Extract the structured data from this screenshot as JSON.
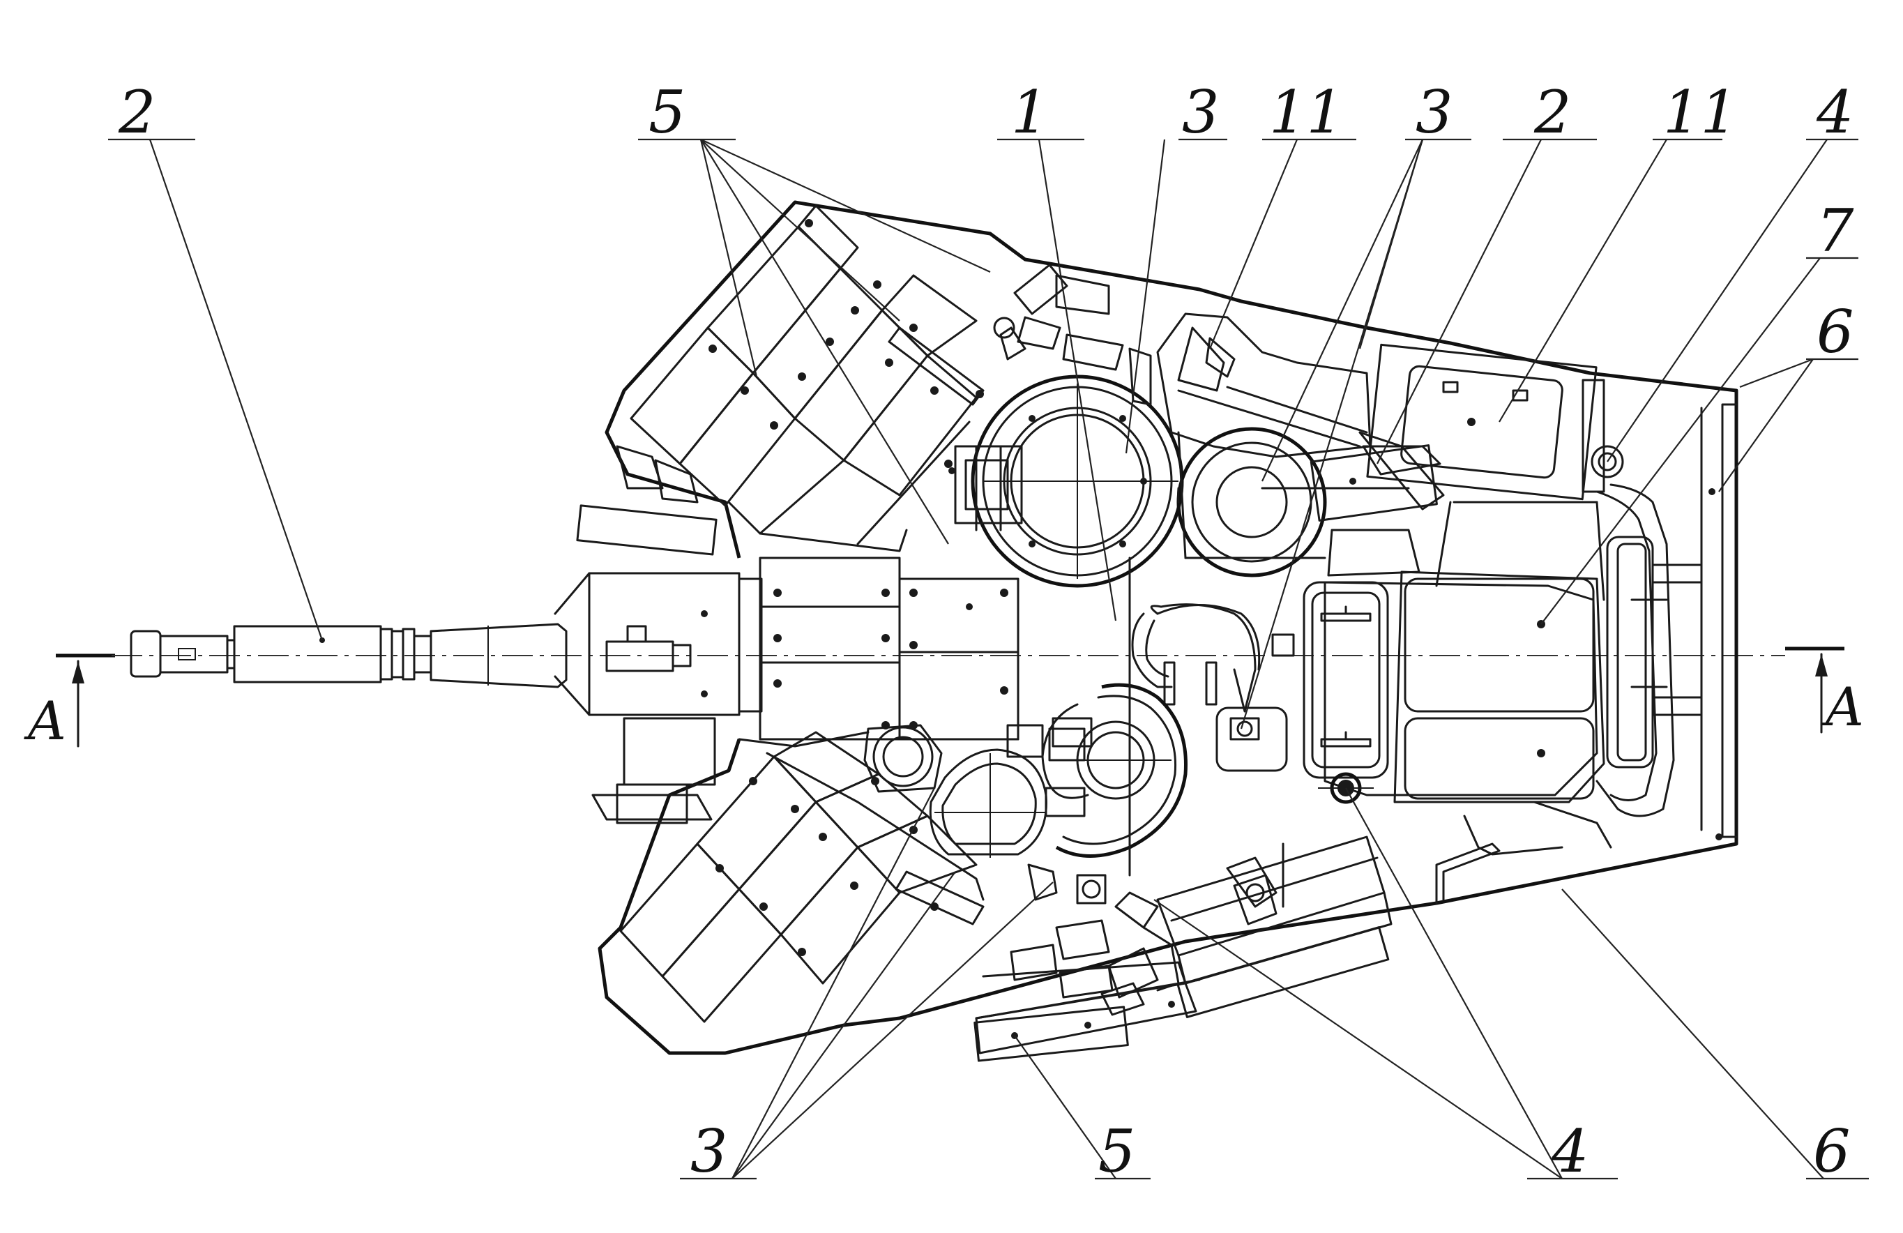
{
  "figure": {
    "callouts": {
      "c_2_left": "2",
      "c_5_top": "5",
      "c_1_top": "1",
      "c_3_top_a": "3",
      "c_11_top_a": "11",
      "c_3_top_b": "3",
      "c_2_top": "2",
      "c_11_top_b": "11",
      "c_4_top": "4",
      "c_7_right": "7",
      "c_6_right": "6",
      "c_3_bottom": "3",
      "c_5_bottom": "5",
      "c_4_bottom": "4",
      "c_6_bottom": "6"
    },
    "section": {
      "left_letter": "A",
      "right_letter": "A"
    }
  },
  "colors": {
    "ink": "#1a1a1a",
    "paper": "#ffffff"
  }
}
